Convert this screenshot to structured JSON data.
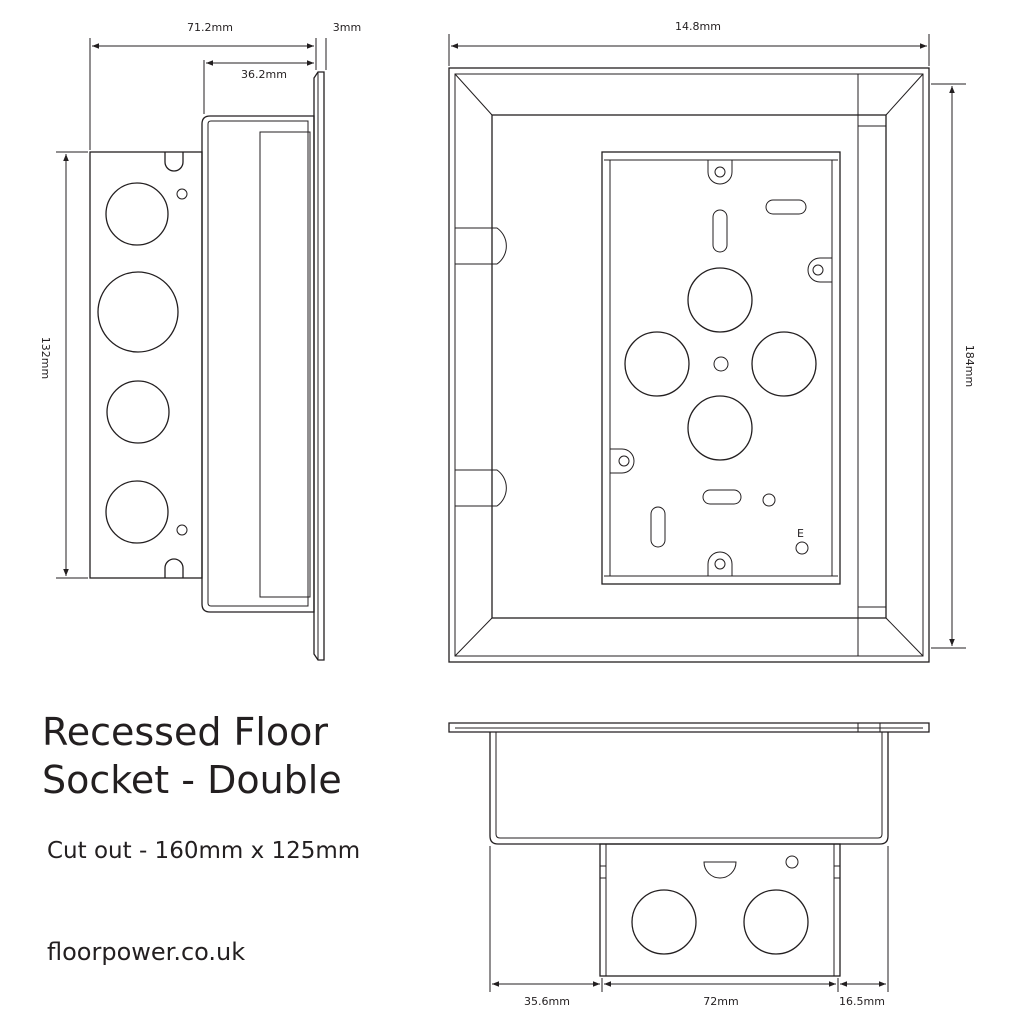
{
  "title": {
    "line1": "Recessed Floor",
    "line2": "Socket - Double"
  },
  "cutout": "Cut out - 160mm x 125mm",
  "website": "floorpower.co.uk",
  "dimensions": {
    "side_depth": "71.2mm",
    "side_flange": "3mm",
    "side_inner": "36.2mm",
    "side_height": "132mm",
    "top_width": "14.8mm",
    "top_height": "184mm",
    "bottom_left": "35.6mm",
    "bottom_middle": "72mm",
    "bottom_right": "16.5mm"
  },
  "earth_label": "E",
  "colors": {
    "line": "#231f20",
    "background": "#ffffff"
  }
}
